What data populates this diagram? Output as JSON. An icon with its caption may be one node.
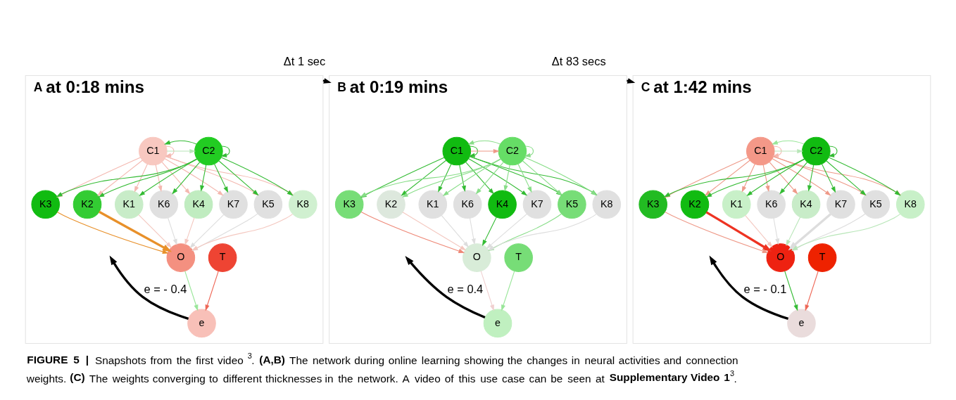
{
  "diagram": {
    "caption": "**FIGURE 5 |** Snapshots from the first video $^{3}$. **(A,B)** The network during online learning showing the changes in neural activities and connection weights. **(C)** The weights converging to different thicknesses in the network. A video of this use case can be seen at **Supplementary Video 1**$^{3}$.",
    "nodes": [
      {
        "text": [
          "A",
          "at 0:18 mins"
        ]
      },
      {
        "text": [
          "C1"
        ],
        "in": 0
      },
      {
        "text": [
          "C2"
        ],
        "in": 0
      },
      {
        "text": [
          "K1"
        ],
        "in": 0
      },
      {
        "text": [
          "K2"
        ],
        "in": 0
      },
      {
        "text": [
          "K3"
        ],
        "in": 0
      },
      {
        "text": [
          "K4"
        ],
        "in": 0
      },
      {
        "text": [
          "K5"
        ],
        "in": 0
      },
      {
        "text": [
          "K6"
        ],
        "in": 0
      },
      {
        "text": [
          "K7"
        ],
        "in": 0
      },
      {
        "text": [
          "K8"
        ],
        "in": 0
      },
      {
        "text": [
          "O"
        ],
        "in": 0
      },
      {
        "text": [
          "T"
        ],
        "in": 0
      },
      {
        "text": [
          "e"
        ],
        "in": 0
      },
      {
        "text": [
          "B",
          "at 0:19 mins"
        ]
      },
      {
        "text": [
          "C1"
        ],
        "in": 14
      },
      {
        "text": [
          "C2"
        ],
        "in": 14
      },
      {
        "text": [
          "K1"
        ],
        "in": 14
      },
      {
        "text": [
          "K2"
        ],
        "in": 14
      },
      {
        "text": [
          "K3"
        ],
        "in": 14
      },
      {
        "text": [
          "K4"
        ],
        "in": 14
      },
      {
        "text": [
          "K5"
        ],
        "in": 14
      },
      {
        "text": [
          "K6"
        ],
        "in": 14
      },
      {
        "text": [
          "K7"
        ],
        "in": 14
      },
      {
        "text": [
          "K8"
        ],
        "in": 14
      },
      {
        "text": [
          "O"
        ],
        "in": 14
      },
      {
        "text": [
          "T"
        ],
        "in": 14
      },
      {
        "text": [
          "e"
        ],
        "in": 14
      },
      {
        "text": [
          "C",
          "at 1:42 mins"
        ]
      },
      {
        "text": [
          "C1"
        ],
        "in": 28
      },
      {
        "text": [
          "C2"
        ],
        "in": 28
      },
      {
        "text": [
          "K1"
        ],
        "in": 28
      },
      {
        "text": [
          "K2"
        ],
        "in": 28
      },
      {
        "text": [
          "K3"
        ],
        "in": 28
      },
      {
        "text": [
          "K4"
        ],
        "in": 28
      },
      {
        "text": [
          "K5"
        ],
        "in": 28
      },
      {
        "text": [
          "K6"
        ],
        "in": 28
      },
      {
        "text": [
          "K7"
        ],
        "in": 28
      },
      {
        "text": [
          "K8"
        ],
        "in": 28
      },
      {
        "text": [
          "O"
        ],
        "in": 28
      },
      {
        "text": [
          "T"
        ],
        "in": 28
      },
      {
        "text": [
          "e"
        ],
        "in": 28
      }
    ],
    "edges": [
      {
        "from": 1,
        "to": 1,
        "arrow": "to",
        "color": "#f4b8b0"
      },
      {
        "from": 2,
        "to": 2,
        "arrow": "to"
      },
      {
        "from": 1,
        "to": 2,
        "arrow": "to",
        "color": "#b8e6b8"
      },
      {
        "from": 2,
        "to": 1,
        "arrow": "to"
      },
      {
        "from": 1,
        "to": 3,
        "arrow": "to",
        "color": "#f4b8b0"
      },
      {
        "from": 1,
        "to": 4,
        "arrow": "to",
        "color": "#f4b8b0"
      },
      {
        "from": 1,
        "to": 5,
        "arrow": "to",
        "color": "#f4b8b0"
      },
      {
        "from": 1,
        "to": 6,
        "arrow": "to",
        "color": "#f4b8b0"
      },
      {
        "from": 1,
        "to": 7,
        "arrow": "to",
        "color": "#f4b8b0"
      },
      {
        "from": 1,
        "to": 8,
        "arrow": "to",
        "color": "#f4b8b0"
      },
      {
        "from": 1,
        "to": 9,
        "arrow": "to",
        "color": "#f4b8b0"
      },
      {
        "from": 1,
        "to": 10,
        "arrow": "to",
        "color": "#f4b8b0"
      },
      {
        "from": 2,
        "to": 3,
        "arrow": "to"
      },
      {
        "from": 2,
        "to": 4,
        "arrow": "to"
      },
      {
        "from": 2,
        "to": 5,
        "arrow": "to"
      },
      {
        "from": 2,
        "to": 6,
        "arrow": "to"
      },
      {
        "from": 2,
        "to": 7,
        "arrow": "to"
      },
      {
        "from": 2,
        "to": 8,
        "arrow": "to"
      },
      {
        "from": 2,
        "to": 9,
        "arrow": "to"
      },
      {
        "from": 2,
        "to": 10,
        "arrow": "to"
      },
      {
        "from": 3,
        "to": 11,
        "arrow": "to",
        "color": "#f4c8c0"
      },
      {
        "from": 4,
        "to": 11,
        "arrow": "to",
        "color": "#e8902a",
        "style": "thick"
      },
      {
        "from": 5,
        "to": 11,
        "arrow": "to",
        "color": "#e8902a"
      },
      {
        "from": 6,
        "to": 11,
        "arrow": "to",
        "color": "#f4c8c0"
      },
      {
        "from": 7,
        "to": 11,
        "arrow": "to",
        "color": "#dddddd"
      },
      {
        "from": 8,
        "to": 11,
        "arrow": "to",
        "color": "#dddddd"
      },
      {
        "from": 9,
        "to": 11,
        "arrow": "to",
        "color": "#dddddd"
      },
      {
        "from": 10,
        "to": 11,
        "arrow": "to",
        "color": "#f4c8c0"
      },
      {
        "from": 11,
        "to": 13,
        "arrow": "to",
        "color": "#99e699"
      },
      {
        "from": 12,
        "to": 13,
        "arrow": "to",
        "color": "#ee6655"
      },
      {
        "from": 13,
        "to": null,
        "arrow": "to",
        "label": "e = - 0.4",
        "style": "thick",
        "color": "#000000"
      },
      {
        "from": 0,
        "to": 14,
        "arrow": "to",
        "label": "Δt 1 sec",
        "style": "dashed",
        "color": "#000000"
      },
      {
        "from": 15,
        "to": 15,
        "arrow": "to"
      },
      {
        "from": 16,
        "to": 16,
        "arrow": "to",
        "color": "#88dd88"
      },
      {
        "from": 15,
        "to": 16,
        "arrow": "to",
        "color": "#ee9988"
      },
      {
        "from": 16,
        "to": 15,
        "arrow": "to",
        "color": "#88dd88"
      },
      {
        "from": 15,
        "to": 17,
        "arrow": "to"
      },
      {
        "from": 15,
        "to": 18,
        "arrow": "to"
      },
      {
        "from": 15,
        "to": 19,
        "arrow": "to"
      },
      {
        "from": 15,
        "to": 20,
        "arrow": "to"
      },
      {
        "from": 15,
        "to": 21,
        "arrow": "to"
      },
      {
        "from": 15,
        "to": 22,
        "arrow": "to"
      },
      {
        "from": 15,
        "to": 23,
        "arrow": "to"
      },
      {
        "from": 15,
        "to": 24,
        "arrow": "to"
      },
      {
        "from": 16,
        "to": 17,
        "arrow": "to",
        "color": "#88dd88"
      },
      {
        "from": 16,
        "to": 18,
        "arrow": "to",
        "color": "#88dd88"
      },
      {
        "from": 16,
        "to": 19,
        "arrow": "to",
        "color": "#88dd88"
      },
      {
        "from": 16,
        "to": 20,
        "arrow": "to",
        "color": "#88dd88"
      },
      {
        "from": 16,
        "to": 21,
        "arrow": "to",
        "color": "#88dd88"
      },
      {
        "from": 16,
        "to": 22,
        "arrow": "to",
        "color": "#88dd88"
      },
      {
        "from": 16,
        "to": 23,
        "arrow": "to",
        "color": "#88dd88"
      },
      {
        "from": 16,
        "to": 24,
        "arrow": "to",
        "color": "#88dd88"
      },
      {
        "from": 17,
        "to": 25,
        "arrow": "to",
        "color": "#dddddd"
      },
      {
        "from": 18,
        "to": 25,
        "arrow": "to",
        "color": "#f4c8c0"
      },
      {
        "from": 19,
        "to": 25,
        "arrow": "to",
        "color": "#ee8877"
      },
      {
        "from": 20,
        "to": 25,
        "arrow": "to"
      },
      {
        "from": 21,
        "to": 25,
        "arrow": "to",
        "color": "#88dd88"
      },
      {
        "from": 22,
        "to": 25,
        "arrow": "to",
        "color": "#dddddd"
      },
      {
        "from": 23,
        "to": 25,
        "arrow": "to",
        "color": "#dddddd"
      },
      {
        "from": 24,
        "to": 25,
        "arrow": "to",
        "color": "#dddddd"
      },
      {
        "from": 25,
        "to": 27,
        "arrow": "to",
        "color": "#f0d0d0"
      },
      {
        "from": 26,
        "to": 27,
        "arrow": "to",
        "color": "#99e699"
      },
      {
        "from": 27,
        "to": null,
        "arrow": "to",
        "label": "e = 0.4",
        "style": "thick",
        "color": "#000000"
      },
      {
        "from": 14,
        "to": 28,
        "arrow": "to",
        "label": "Δt 83 secs",
        "style": "dashed",
        "color": "#000000"
      },
      {
        "from": 29,
        "to": 29,
        "arrow": "to",
        "color": "#f4b8b0"
      },
      {
        "from": 30,
        "to": 30,
        "arrow": "to"
      },
      {
        "from": 29,
        "to": 30,
        "arrow": "to",
        "color": "#b8e6b8"
      },
      {
        "from": 30,
        "to": 29,
        "arrow": "to",
        "color": "#99e699"
      },
      {
        "from": 29,
        "to": 31,
        "arrow": "to",
        "color": "#ee9988"
      },
      {
        "from": 29,
        "to": 32,
        "arrow": "to",
        "color": "#ee9988"
      },
      {
        "from": 29,
        "to": 33,
        "arrow": "to",
        "color": "#ee9988"
      },
      {
        "from": 29,
        "to": 34,
        "arrow": "to",
        "color": "#ee9988"
      },
      {
        "from": 29,
        "to": 35,
        "arrow": "to",
        "color": "#ee9988"
      },
      {
        "from": 29,
        "to": 36,
        "arrow": "to",
        "color": "#ee9988"
      },
      {
        "from": 29,
        "to": 37,
        "arrow": "to",
        "color": "#ee9988"
      },
      {
        "from": 29,
        "to": 38,
        "arrow": "to",
        "color": "#ee9988"
      },
      {
        "from": 30,
        "to": 31,
        "arrow": "to"
      },
      {
        "from": 30,
        "to": 32,
        "arrow": "to"
      },
      {
        "from": 30,
        "to": 33,
        "arrow": "to"
      },
      {
        "from": 30,
        "to": 34,
        "arrow": "to"
      },
      {
        "from": 30,
        "to": 35,
        "arrow": "to"
      },
      {
        "from": 30,
        "to": 36,
        "arrow": "to"
      },
      {
        "from": 30,
        "to": 37,
        "arrow": "to"
      },
      {
        "from": 30,
        "to": 38,
        "arrow": "to"
      },
      {
        "from": 31,
        "to": 39,
        "arrow": "to",
        "color": "#f4c8c0"
      },
      {
        "from": 32,
        "to": 39,
        "arrow": "to",
        "color": "#ee3322",
        "style": "thick"
      },
      {
        "from": 33,
        "to": 39,
        "arrow": "to",
        "color": "#ee9988"
      },
      {
        "from": 34,
        "to": 39,
        "arrow": "to",
        "color": "#b8e6b8"
      },
      {
        "from": 35,
        "to": 39,
        "arrow": "to",
        "color": "#dddddd"
      },
      {
        "from": 36,
        "to": 39,
        "arrow": "to",
        "color": "#dddddd"
      },
      {
        "from": 37,
        "to": 39,
        "arrow": "to",
        "color": "#dddddd",
        "style": "thick"
      },
      {
        "from": 38,
        "to": 39,
        "arrow": "to",
        "color": "#b8e6b8"
      },
      {
        "from": 39,
        "to": 41,
        "arrow": "to"
      },
      {
        "from": 40,
        "to": 41,
        "arrow": "to",
        "color": "#ee6655"
      },
      {
        "from": 41,
        "to": null,
        "arrow": "to",
        "label": "e = - 0.1",
        "style": "thick",
        "color": "#000000"
      }
    ]
  }
}
